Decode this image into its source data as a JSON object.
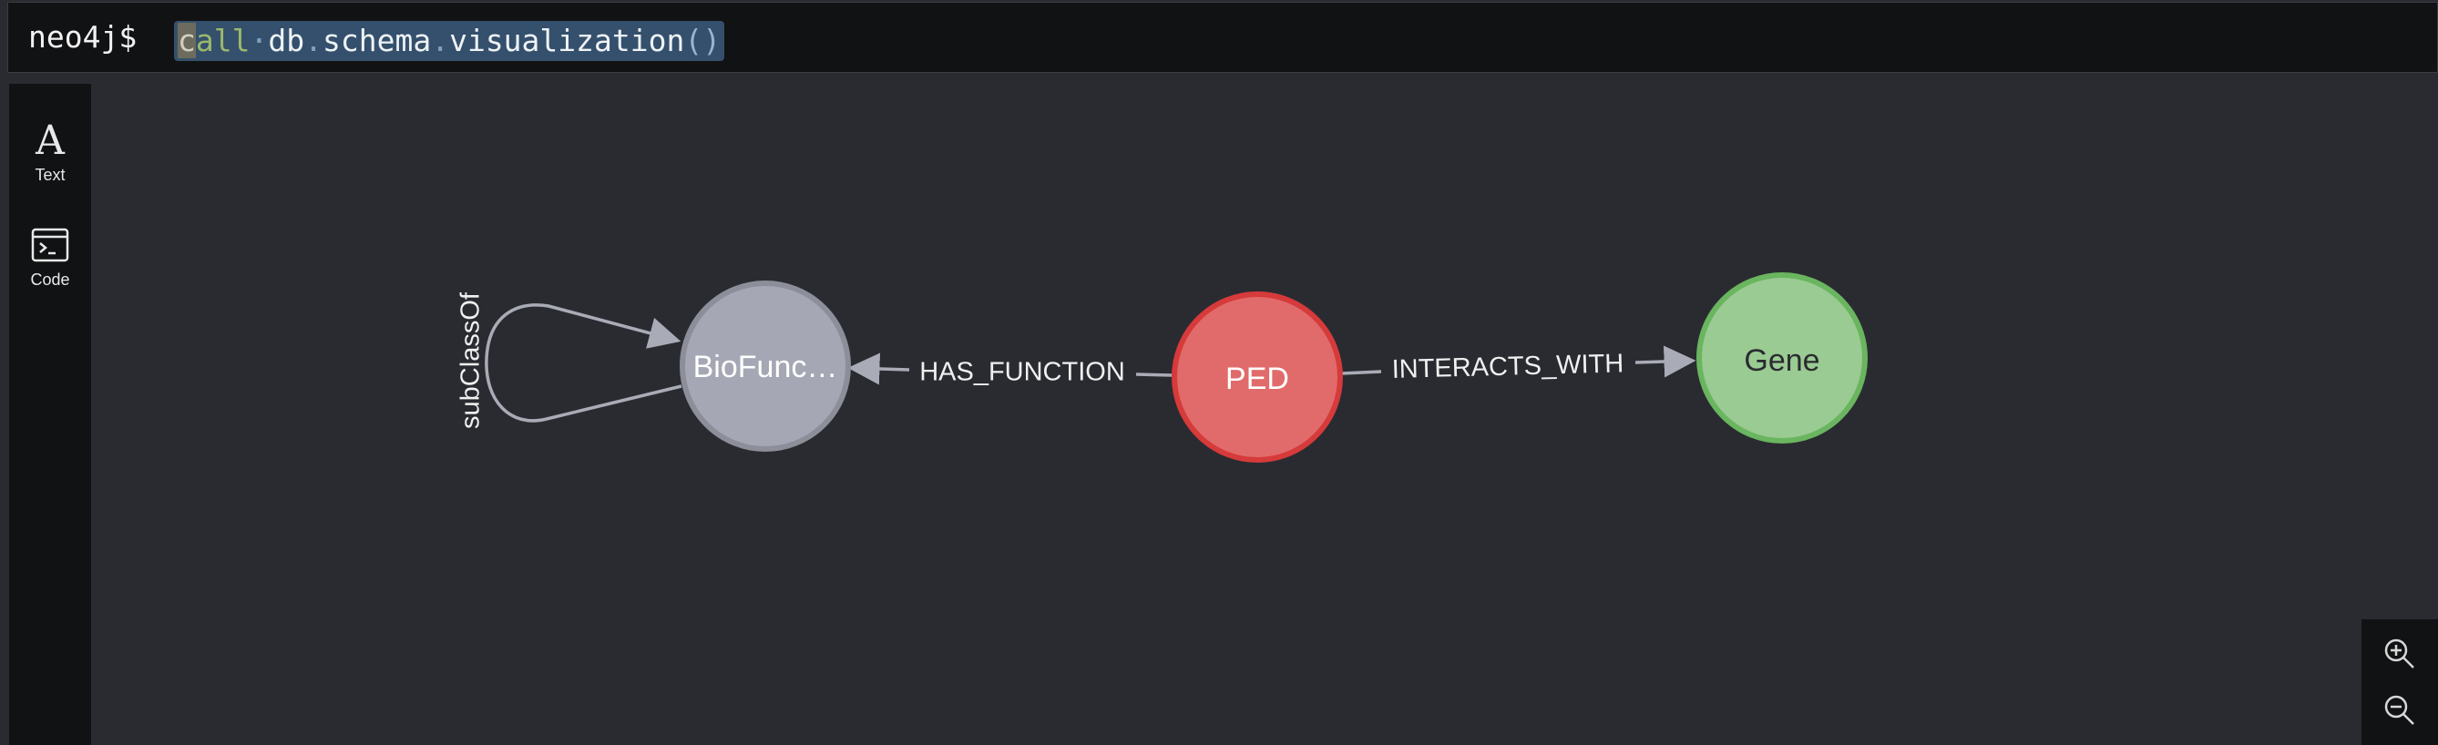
{
  "prompt": "neo4j$",
  "query": {
    "cursor_char": "c",
    "keyword_rest": "all",
    "space": "·",
    "part1": "db",
    "part2": "schema",
    "part3": "visualization",
    "parens": "()",
    "dot": "."
  },
  "sidebar": {
    "items": [
      {
        "icon": "text-icon",
        "glyph": "A",
        "label": "Text"
      },
      {
        "icon": "code-icon",
        "label": "Code"
      }
    ]
  },
  "graph": {
    "nodes": [
      {
        "id": "biofunction",
        "label": "BioFunc…",
        "color": "#a5a8b4",
        "border": "#8c8f9a",
        "text_color": "#ffffff"
      },
      {
        "id": "ped",
        "label": "PED",
        "color": "#e16b6b",
        "border": "#d63a3a",
        "text_color": "#ffffff"
      },
      {
        "id": "gene",
        "label": "Gene",
        "color": "#9acb92",
        "border": "#6ab55f",
        "text_color": "#2a2b31"
      }
    ],
    "relationships": [
      {
        "type": "subClassOf",
        "from": "biofunction",
        "to": "biofunction"
      },
      {
        "type": "HAS_FUNCTION",
        "from": "ped",
        "to": "biofunction"
      },
      {
        "type": "INTERACTS_WITH",
        "from": "ped",
        "to": "gene"
      }
    ]
  },
  "zoom": {
    "in_icon": "zoom-in-icon",
    "out_icon": "zoom-out-icon"
  },
  "colors": {
    "background": "#2a2b31",
    "panel": "#111213",
    "edge": "#a9acb6",
    "query_highlight": "#34506c"
  }
}
